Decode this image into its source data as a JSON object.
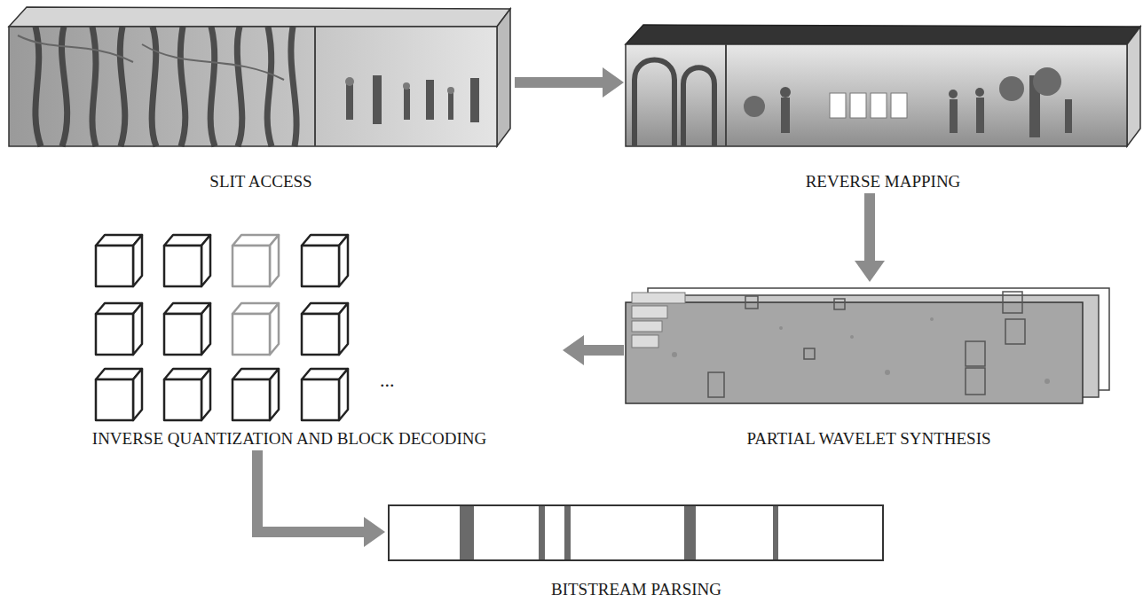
{
  "diagram": {
    "nodes": [
      {
        "text": [
          "SLIT ACCESS"
        ]
      },
      {
        "text": [
          "REVERSE MAPPING"
        ]
      },
      {
        "text": [
          "PARTIAL WAVELET SYNTHESIS"
        ]
      },
      {
        "text": [
          "INVERSE QUANTIZATION AND BLOCK DECODING"
        ]
      },
      {
        "text": [
          "BITSTREAM PARSING"
        ]
      }
    ],
    "edges": [
      {
        "from": 0,
        "to": 1,
        "arrow": "to"
      },
      {
        "from": 1,
        "to": 2,
        "arrow": "to"
      },
      {
        "from": 2,
        "to": 3,
        "arrow": "to"
      },
      {
        "from": 3,
        "to": 4,
        "arrow": "to"
      }
    ],
    "labels": [
      "..."
    ]
  }
}
